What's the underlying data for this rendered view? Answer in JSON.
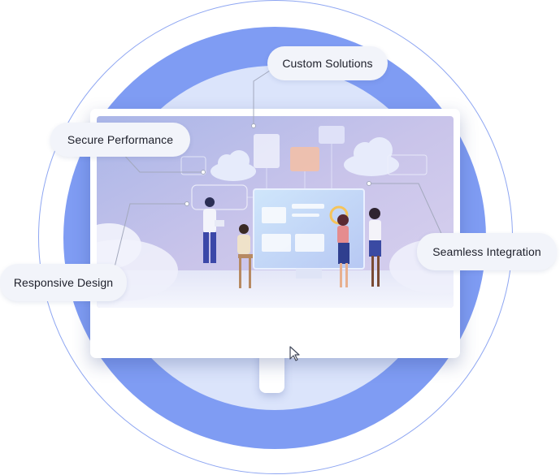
{
  "labels": {
    "custom": "Custom Solutions",
    "secure": "Secure Performance",
    "seamless": "Seamless Integration",
    "responsive": "Responsive Design"
  },
  "colors": {
    "ring_blue": "#7f9cf3",
    "ring_inner": "#dbe4fb",
    "pill_bg": "#f2f4fa",
    "line": "#a3a9bd"
  },
  "icons": {
    "cursor": "mouse-pointer-icon"
  }
}
